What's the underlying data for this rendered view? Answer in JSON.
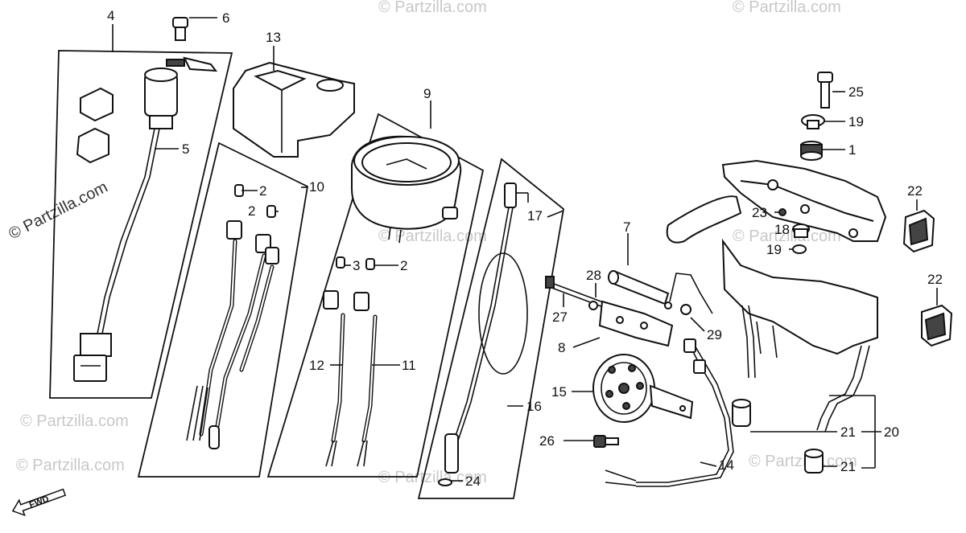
{
  "watermarks": {
    "main": "© Partzilla.com",
    "faint": "© Partzilla.com"
  },
  "fwd_label": "FWD",
  "callouts": {
    "c1": "1",
    "c2a": "2",
    "c2b": "2",
    "c2c": "2",
    "c3": "3",
    "c4": "4",
    "c5": "5",
    "c6": "6",
    "c7": "7",
    "c8": "8",
    "c9": "9",
    "c10": "10",
    "c11": "11",
    "c12": "12",
    "c13": "13",
    "c14": "14",
    "c15": "15",
    "c16": "16",
    "c17": "17",
    "c18": "18",
    "c19a": "19",
    "c19b": "19",
    "c20": "20",
    "c21a": "21",
    "c21b": "21",
    "c22a": "22",
    "c22b": "22",
    "c23": "23",
    "c24": "24",
    "c25": "25",
    "c26": "26",
    "c27": "27",
    "c28": "28",
    "c29": "29"
  }
}
